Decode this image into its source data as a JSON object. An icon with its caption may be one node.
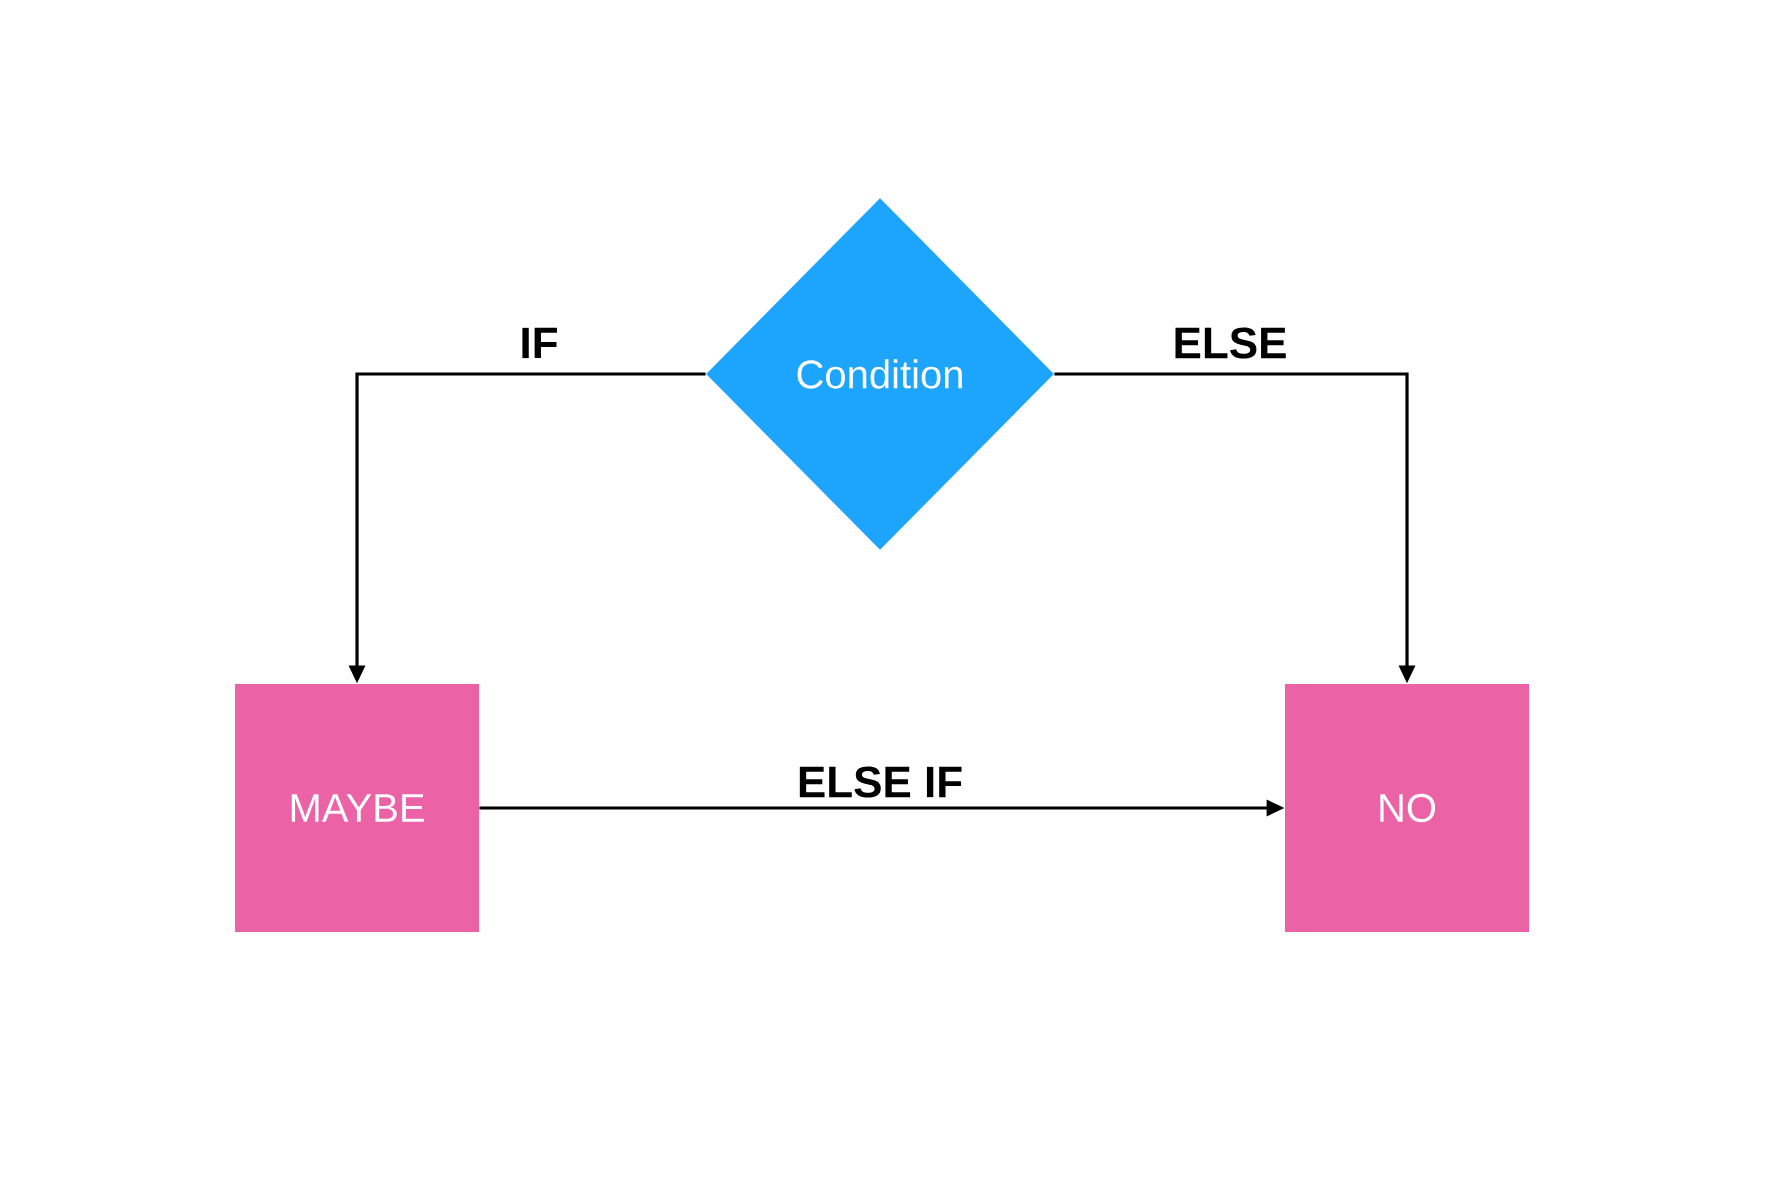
{
  "diagram": {
    "nodes": [
      {
        "text": [
          "Condition"
        ]
      },
      {
        "text": [
          "MAYBE"
        ]
      },
      {
        "text": [
          "NO"
        ]
      }
    ],
    "edges": [
      {
        "from": 0,
        "to": 1,
        "arrow": "to",
        "label": "IF"
      },
      {
        "from": 0,
        "to": 2,
        "arrow": "to",
        "label": "ELSE"
      },
      {
        "from": 1,
        "to": 2,
        "arrow": "to",
        "label": "ELSE IF"
      }
    ]
  }
}
